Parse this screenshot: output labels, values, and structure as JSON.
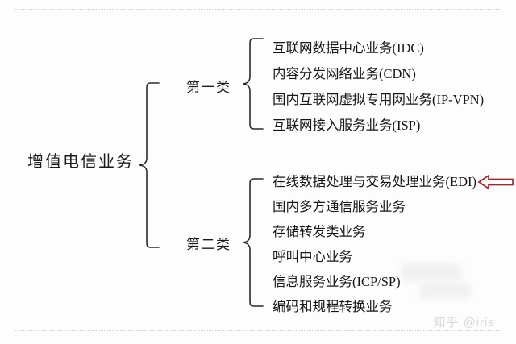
{
  "diagram": {
    "root": {
      "label": "增值电信业务"
    },
    "categories": [
      {
        "label": "第一类",
        "items": [
          {
            "text": "互联网数据中心业务(IDC)"
          },
          {
            "text": "内容分发网络业务(CDN)"
          },
          {
            "text": "国内互联网虚拟专用网业务(IP-VPN)"
          },
          {
            "text": "互联网接入服务业务(ISP)"
          }
        ]
      },
      {
        "label": "第二类",
        "items": [
          {
            "text": "在线数据处理与交易处理业务(EDI)"
          },
          {
            "text": "国内多方通信服务业务"
          },
          {
            "text": "存储转发类业务"
          },
          {
            "text": "呼叫中心业务"
          },
          {
            "text": "信息服务业务(ICP/SP)"
          },
          {
            "text": "编码和规程转换业务"
          }
        ]
      }
    ],
    "annotation": {
      "arrow_icon": "left-arrow-icon",
      "arrow_color": "#9e2a2a",
      "points_at": "在线数据处理与交易处理业务(EDI)"
    },
    "watermark": {
      "text": "知乎 @iris",
      "color": "#d6d8dc"
    },
    "colors": {
      "background": "#fdfdfd",
      "text": "#161616",
      "bracket": "#2a2a2a",
      "frame": "#c9cfdb"
    }
  }
}
